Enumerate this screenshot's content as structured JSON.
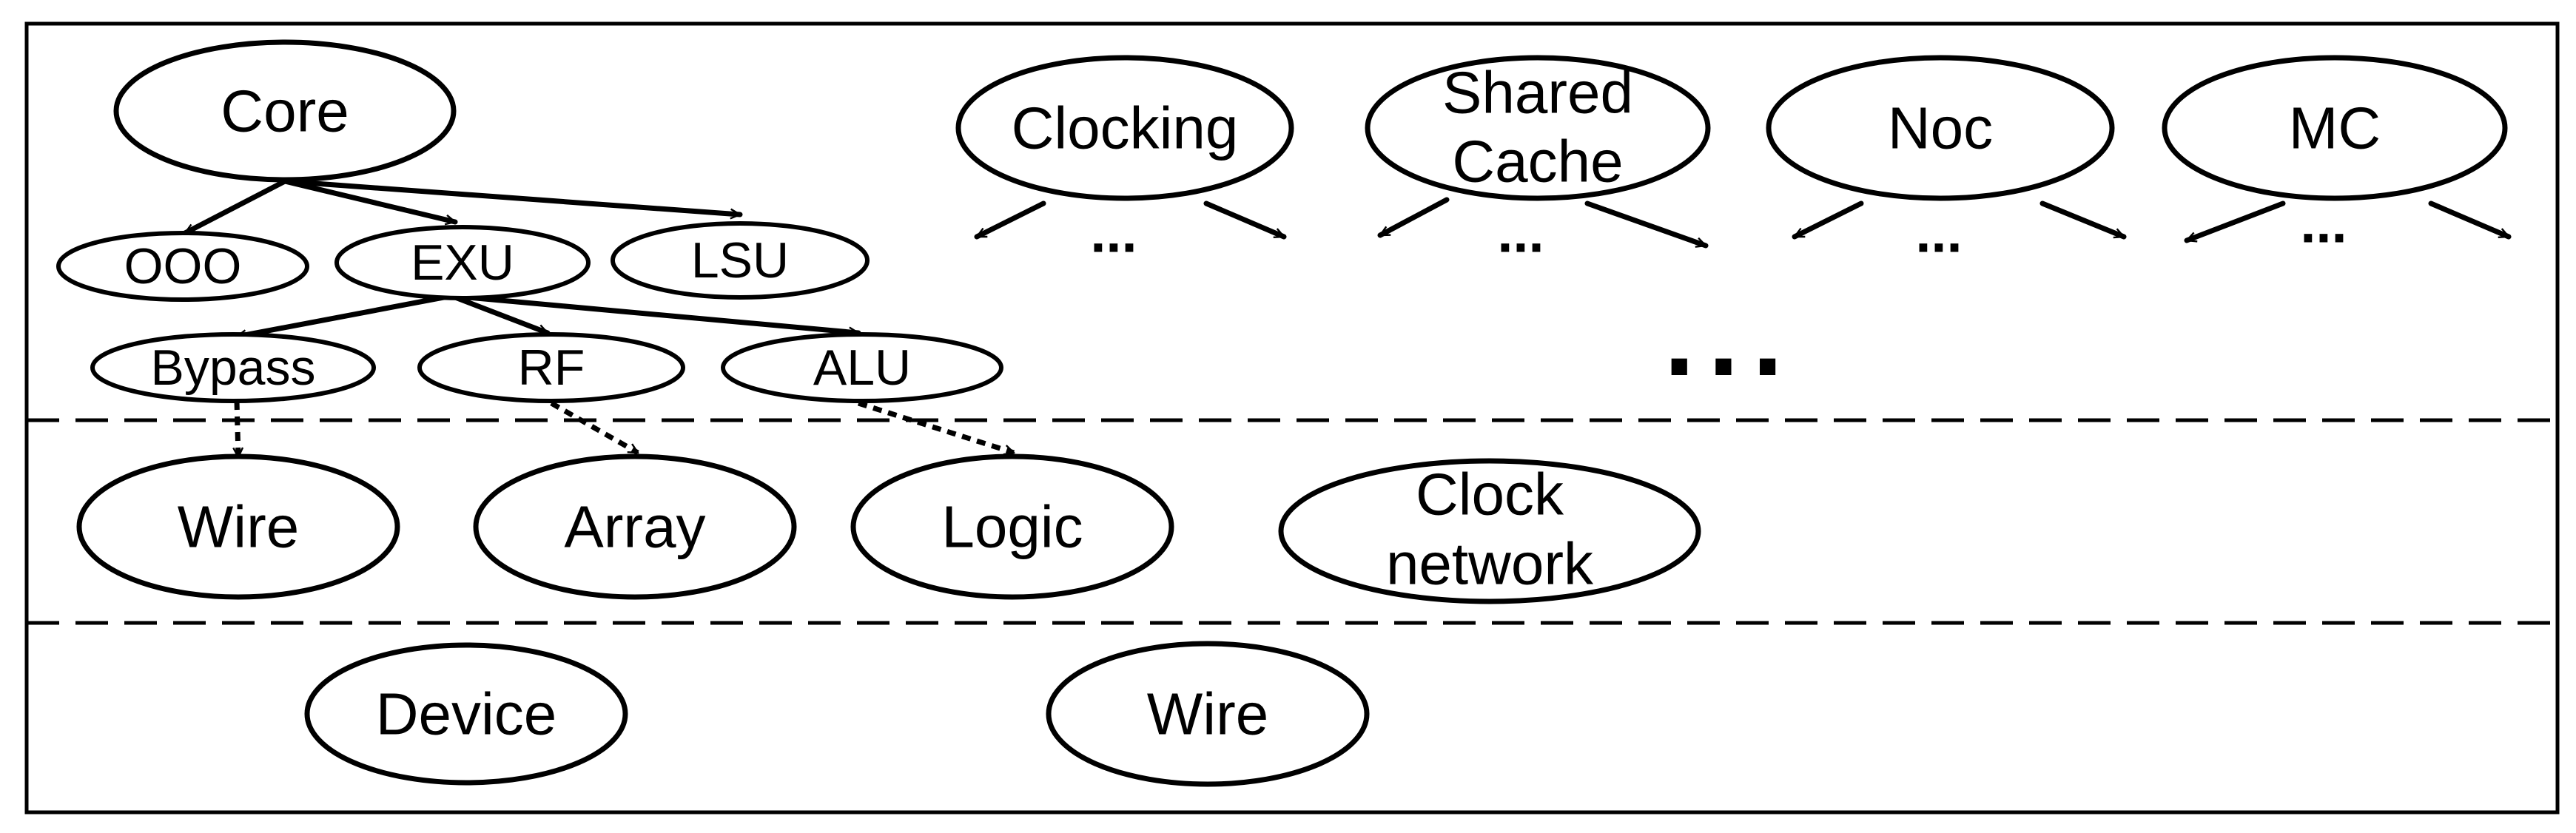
{
  "colors": {
    "stroke": "#000000",
    "background": "#ffffff"
  },
  "nodes": {
    "core": "Core",
    "ooo": "OOO",
    "exu": "EXU",
    "lsu": "LSU",
    "bypass": "Bypass",
    "rf": "RF",
    "alu": "ALU",
    "clocking": "Clocking",
    "shared_cache": [
      "Shared",
      "Cache"
    ],
    "noc": "Noc",
    "mc": "MC",
    "wire_circuit": "Wire",
    "array": "Array",
    "logic": "Logic",
    "clock_network": [
      "Clock",
      "network"
    ],
    "device": "Device",
    "wire_device": "Wire"
  },
  "ellipsis_small": "...",
  "ellipsis_large": "..."
}
